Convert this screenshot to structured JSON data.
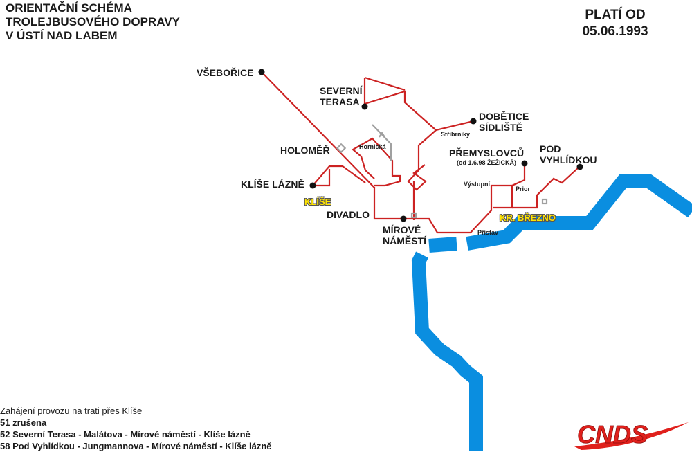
{
  "header": {
    "title_lines": [
      "ORIENTAČNÍ SCHÉMA",
      "TROLEJBUSOVÉHO DOPRAVY",
      "V ÚSTÍ NAD LABEM"
    ],
    "valid_label": "PLATÍ OD",
    "valid_date": "05.06.1993"
  },
  "stops": {
    "vseborice": "VŠEBOŘICE",
    "severni_terasa": [
      "SEVERNÍ",
      "TERASA"
    ],
    "dobetice": [
      "DOBĚTICE",
      "SÍDLIŠTĚ"
    ],
    "holomer": "HOLOMĚŘ",
    "premyslovcu": "PŘEMYSLOVCŮ",
    "premyslovcu_note": "(od 1.6.98 ŽEŽICKÁ)",
    "pod_vyhlidkou": [
      "POD",
      "VYHLÍDKOU"
    ],
    "klise_lazne": "KLÍŠE LÁZNĚ",
    "divadlo": "DIVADLO",
    "mirove_namesti": [
      "MÍROVÉ",
      "NÁMĚSTÍ"
    ]
  },
  "minor_labels": {
    "stribrniky": "Stříbrníky",
    "hornicka": "Hornická",
    "vystupni": "Výstupní",
    "prior": "Prior",
    "pristav": "Přístav"
  },
  "districts": {
    "klise": "KLÍŠE",
    "kr_brezno": "KR. BŘEZNO"
  },
  "notes": [
    "Zahájení provozu na trati přes Klíše",
    "51 zrušena",
    "52 Severní Terasa - Malátova - Mírové náměstí - Klíše lázně",
    "58 Pod Vyhlídkou - Jungmannova - Mírové náměstí - Klíše lázně"
  ],
  "logo": "CNDS",
  "colors": {
    "route": "#cc2222",
    "river": "#0a8ee0",
    "closed": "#a0a0a0",
    "district_label": "#ffe400",
    "stop_dot": "#111111",
    "logo": "#e0201c"
  }
}
